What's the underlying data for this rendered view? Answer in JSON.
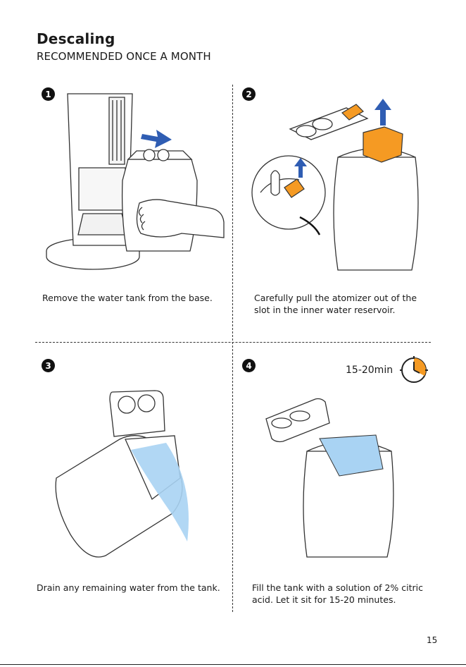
{
  "header": {
    "title": "Descaling",
    "subtitle": "RECOMMENDED ONCE A MONTH"
  },
  "steps": [
    {
      "number": "1",
      "caption": "Remove the water tank from the base."
    },
    {
      "number": "2",
      "caption": "Carefully pull the atomizer out of the slot in the inner water reservoir."
    },
    {
      "number": "3",
      "caption": "Drain any remaining water from the tank."
    },
    {
      "number": "4",
      "caption": "Fill the tank with a solution of 2% citric acid. Let it sit for 15-20 minutes."
    }
  ],
  "timer": {
    "label": "15-20min",
    "icon": "clock-icon"
  },
  "footer": {
    "page_number": "15"
  },
  "colors": {
    "arrow_blue": "#2f5db3",
    "atomizer_orange": "#f59a23",
    "water_blue": "#a9d3f3",
    "line": "#333333"
  }
}
